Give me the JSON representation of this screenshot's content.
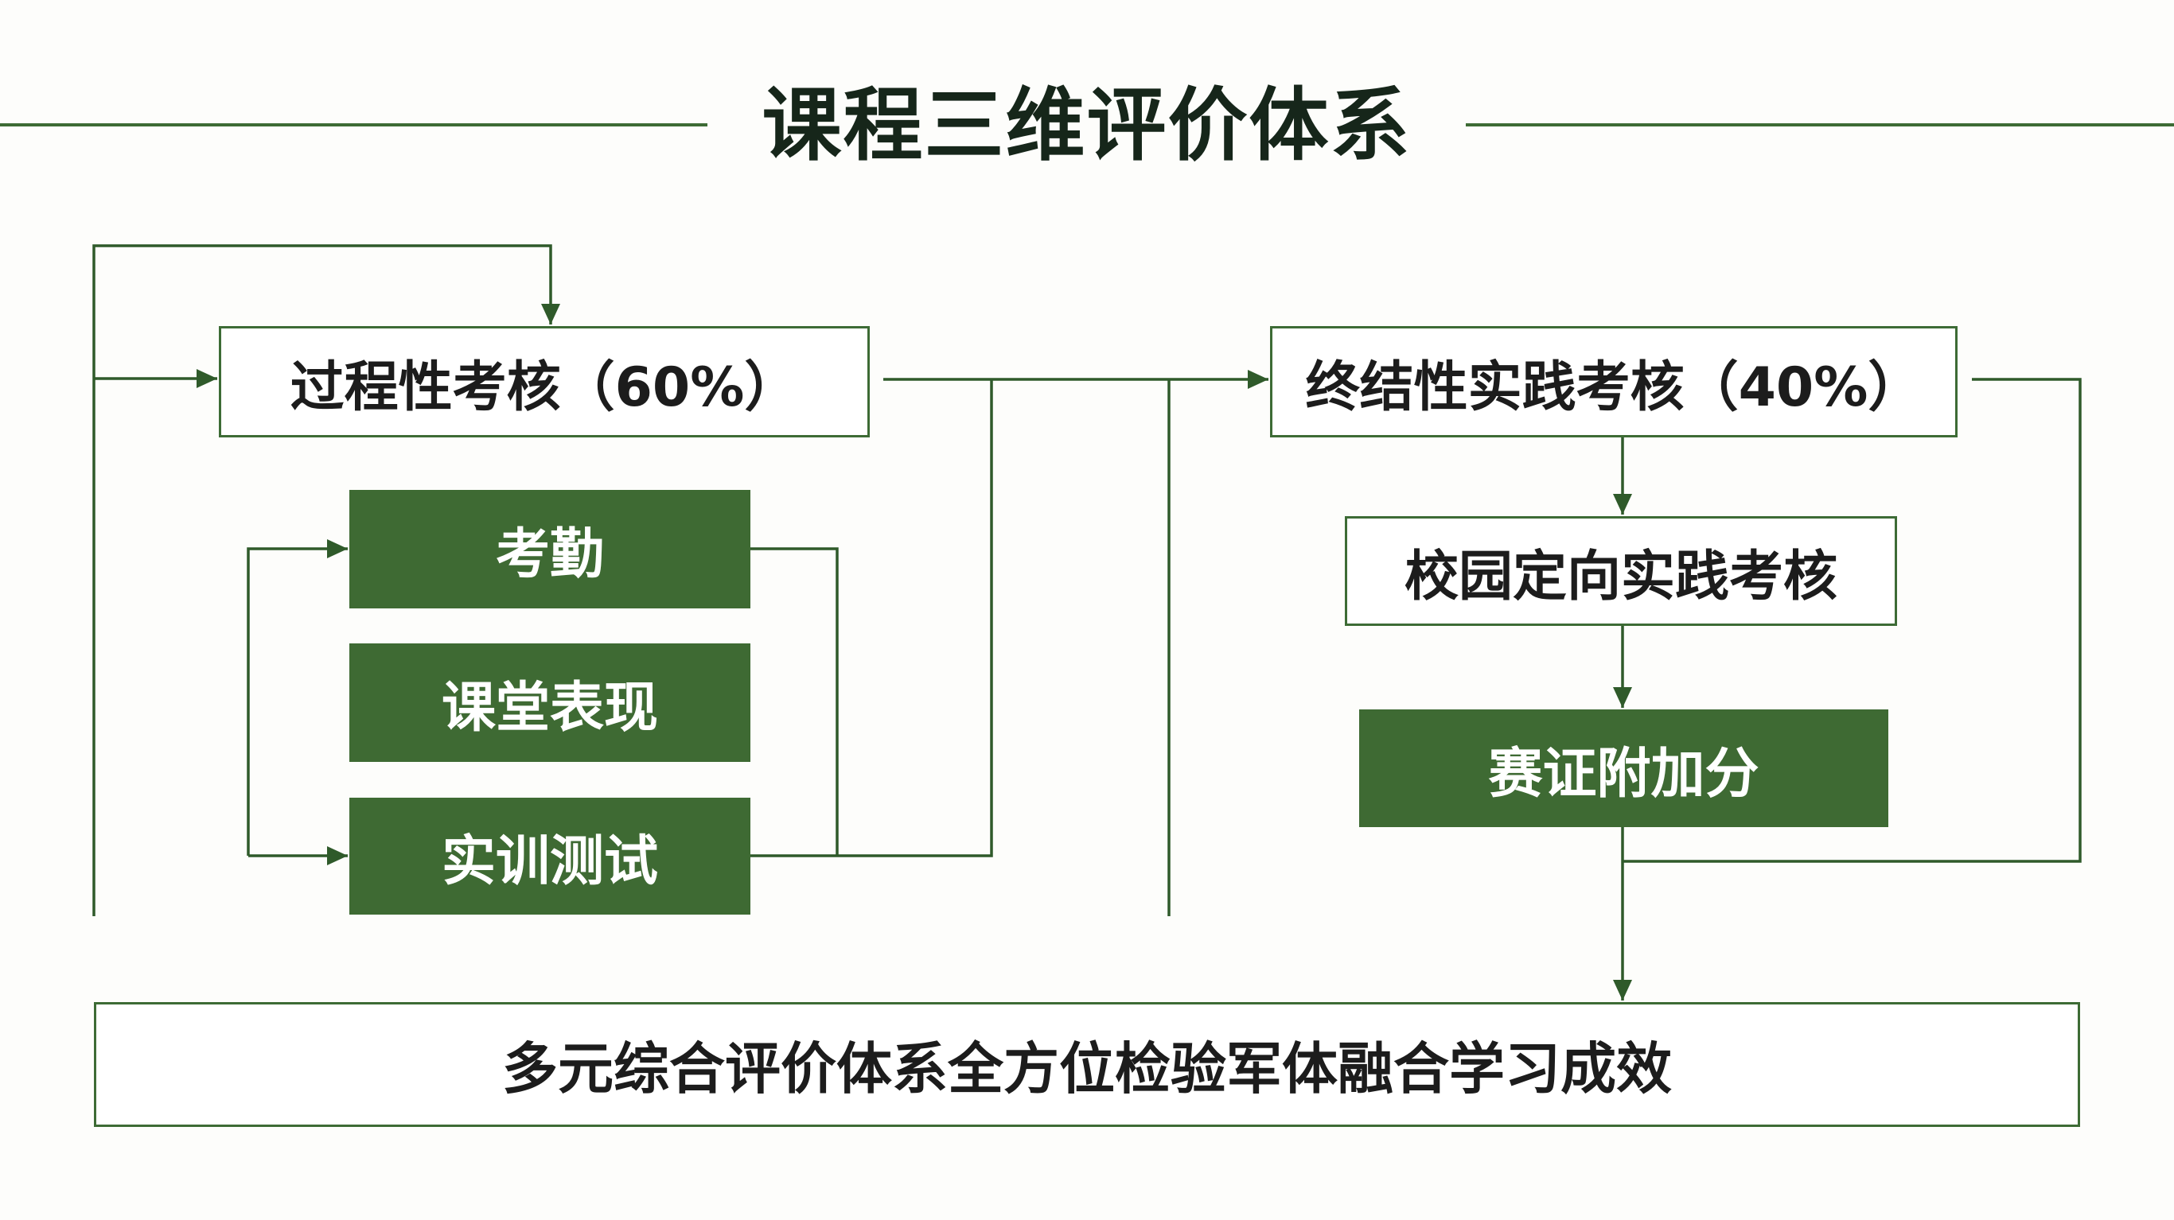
{
  "title": "课程三维评价体系",
  "process_assessment": {
    "label": "过程性考核（60%）",
    "items": [
      "考勤",
      "课堂表现",
      "实训测试"
    ]
  },
  "summative_assessment": {
    "label": "终结性实践考核（40%）",
    "items": [
      "校园定向实践考核",
      "赛证附加分"
    ]
  },
  "conclusion": "多元综合评价体系全方位检验军体融合学习成效",
  "colors": {
    "accent_green": "#3e6a33",
    "line_green": "#3d6b35",
    "title_text": "#16261a"
  }
}
